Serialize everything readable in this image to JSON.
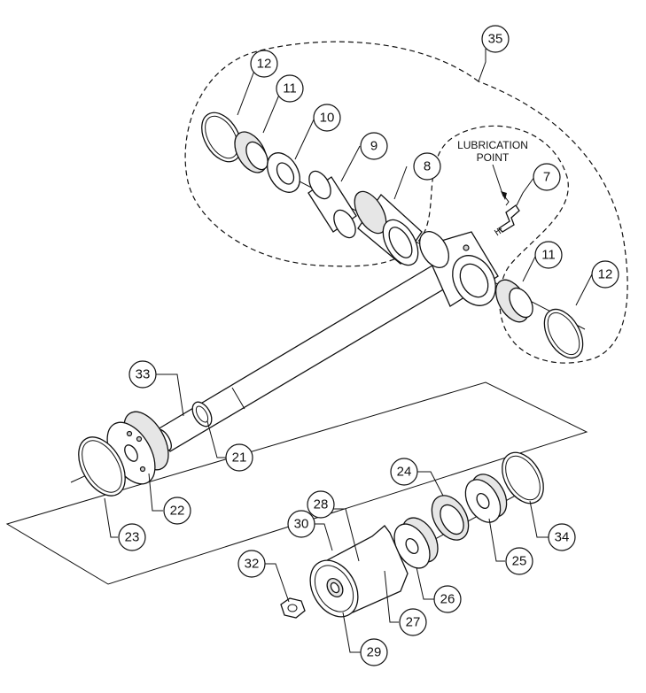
{
  "annotation": {
    "line1": "LUBRICATION",
    "line2": "POINT"
  },
  "callouts": {
    "c35": "35",
    "c12a": "12",
    "c11a": "11",
    "c10": "10",
    "c9": "9",
    "c8": "8",
    "c7": "7",
    "c11b": "11",
    "c12b": "12",
    "c33": "33",
    "c21": "21",
    "c22": "22",
    "c23": "23",
    "c24": "24",
    "c34": "34",
    "c25": "25",
    "c26": "26",
    "c27": "27",
    "c28": "28",
    "c30": "30",
    "c32": "32",
    "c29": "29"
  },
  "colors": {
    "line": "#111111",
    "background": "#ffffff",
    "shade": "#e6e6e6"
  }
}
